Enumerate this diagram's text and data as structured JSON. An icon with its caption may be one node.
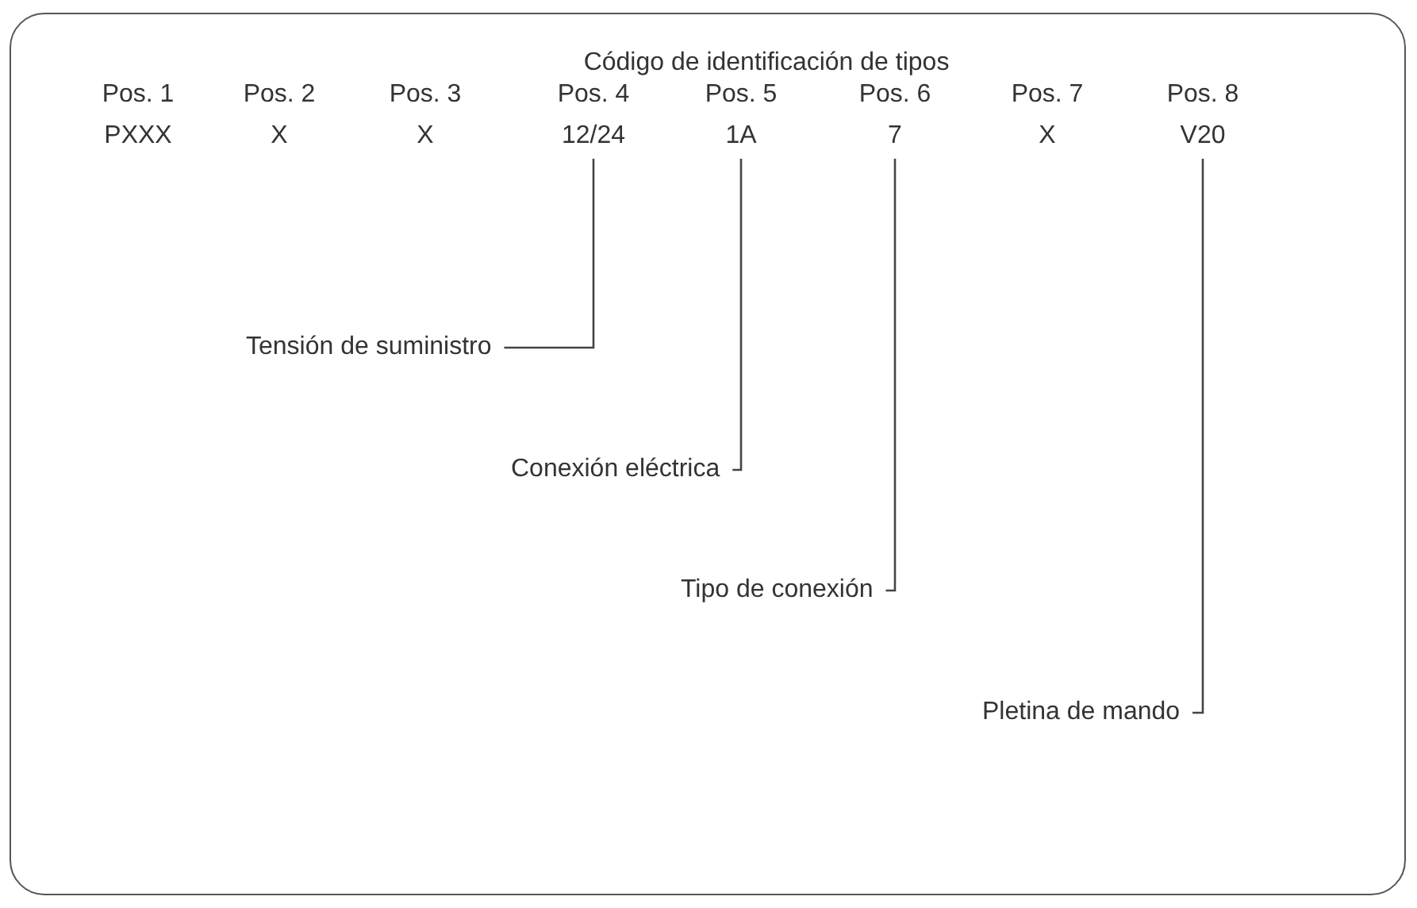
{
  "diagram": {
    "title": "Código de identificación de tipos",
    "nodes": [
      {
        "text": [
          "PXXX"
        ]
      },
      {
        "text": [
          "X"
        ]
      },
      {
        "text": [
          "X"
        ]
      },
      {
        "text": [
          "12/24"
        ]
      },
      {
        "text": [
          "1A"
        ]
      },
      {
        "text": [
          "7"
        ]
      },
      {
        "text": [
          "X"
        ]
      },
      {
        "text": [
          "V20"
        ]
      },
      {
        "text": [
          "Tensión de suministro"
        ]
      },
      {
        "text": [
          "Conexión eléctrica"
        ]
      },
      {
        "text": [
          "Tipo de conexión"
        ]
      },
      {
        "text": [
          "Pletina de mando"
        ]
      }
    ],
    "edges": [
      {
        "from": 8,
        "to": 3,
        "arrow": "none"
      },
      {
        "from": 9,
        "to": 4,
        "arrow": "none"
      },
      {
        "from": 10,
        "to": 5,
        "arrow": "none"
      },
      {
        "from": 11,
        "to": 7,
        "arrow": "none"
      }
    ],
    "labels": [
      "Pos. 1",
      "Pos. 2",
      "Pos. 3",
      "Pos. 4",
      "Pos. 5",
      "Pos. 6",
      "Pos. 7",
      "Pos. 8"
    ]
  }
}
